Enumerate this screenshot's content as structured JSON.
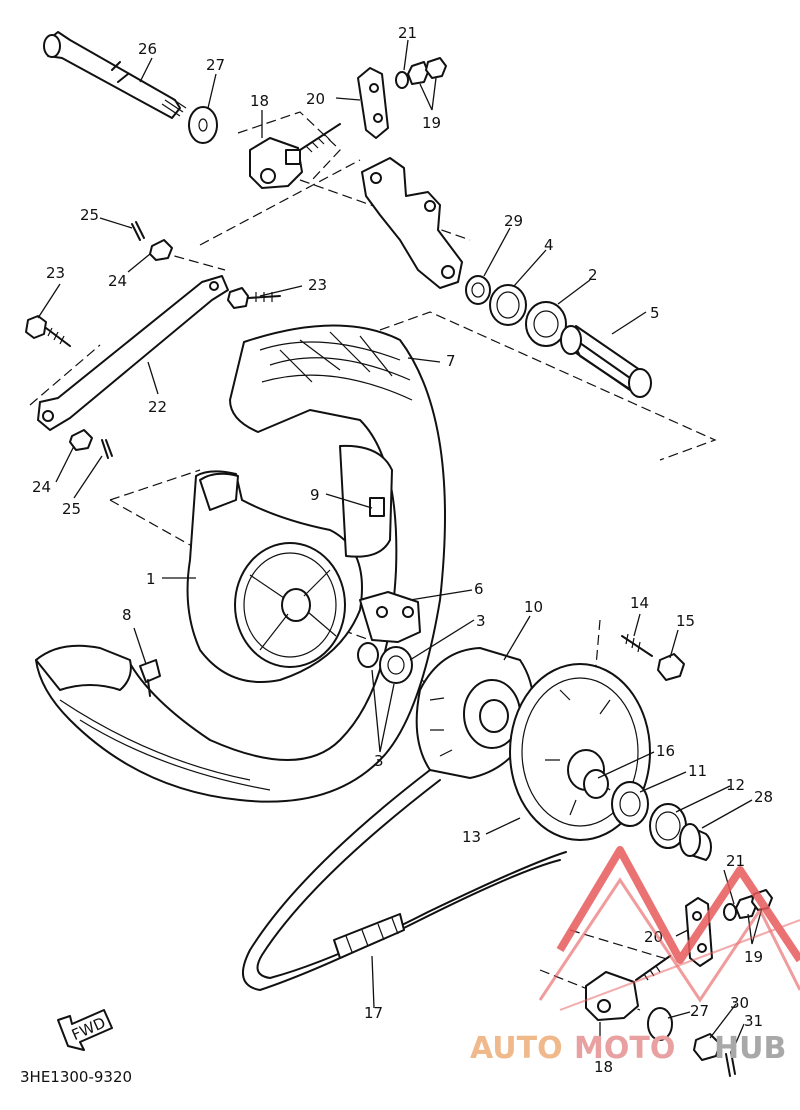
{
  "diagram": {
    "part_code": "3HE1300-9320",
    "direction_label": "FWD",
    "callouts": {
      "c1": "1",
      "c2": "2",
      "c3a": "3",
      "c3b": "3",
      "c4": "4",
      "c5": "5",
      "c6": "6",
      "c7": "7",
      "c8": "8",
      "c9": "9",
      "c10": "10",
      "c11": "11",
      "c12": "12",
      "c13": "13",
      "c14": "14",
      "c15": "15",
      "c16": "16",
      "c17": "17",
      "c18a": "18",
      "c18b": "18",
      "c19a": "19",
      "c19b": "19",
      "c20a": "20",
      "c20b": "20",
      "c21a": "21",
      "c21b": "21",
      "c22": "22",
      "c23a": "23",
      "c23b": "23",
      "c24a": "24",
      "c24b": "24",
      "c25a": "25",
      "c25b": "25",
      "c26": "26",
      "c27a": "27",
      "c27b": "27",
      "c28": "28",
      "c29": "29",
      "c30": "30",
      "c31": "31"
    }
  },
  "watermark": {
    "word_a": "AUTO",
    "word_b": "MOTO",
    "word_c": "HUB",
    "color_a": "#f0b98c",
    "color_b": "#e8a0a0",
    "color_c": "#a8a8a8",
    "logo_color": "#e85a5a"
  }
}
